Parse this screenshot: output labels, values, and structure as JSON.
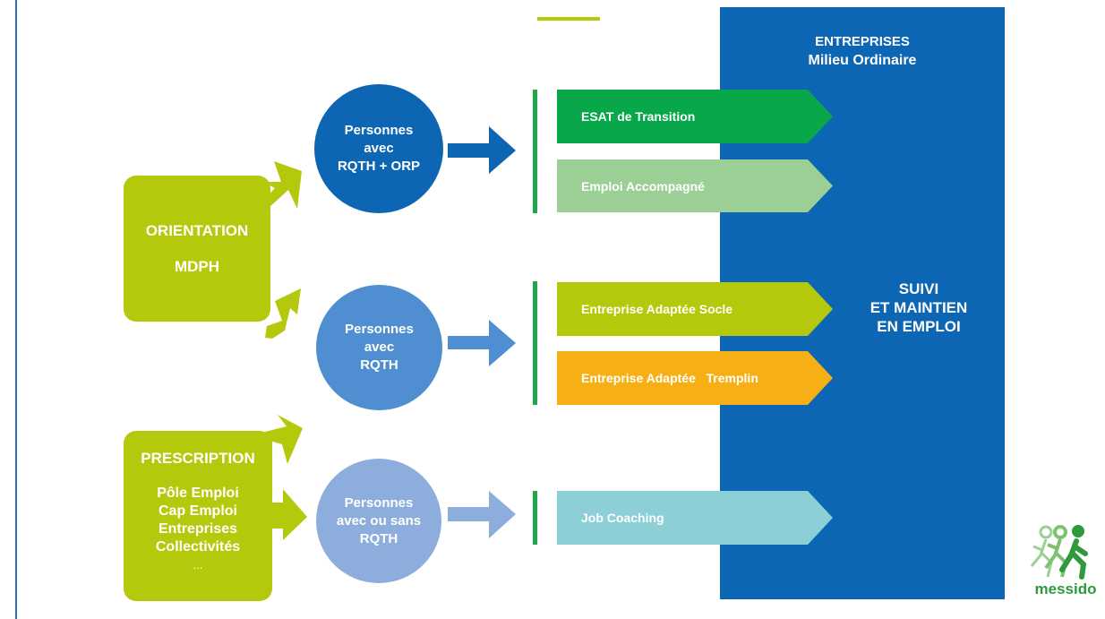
{
  "orientation_box": {
    "line1": "ORIENTATION",
    "line2": "MDPH"
  },
  "prescription_box": {
    "title": "PRESCRIPTION",
    "items": [
      "Pôle Emploi",
      "Cap Emploi",
      "Entreprises",
      "Collectivités",
      "..."
    ]
  },
  "circles": [
    {
      "lines": [
        "Personnes",
        "avec",
        "RQTH + ORP"
      ],
      "color": "#0d66b3"
    },
    {
      "lines": [
        "Personnes",
        "avec",
        "RQTH"
      ],
      "color": "#4f8ed1"
    },
    {
      "lines": [
        "Personnes",
        "avec ou sans",
        "RQTH"
      ],
      "color": "#8daedd"
    }
  ],
  "programs": [
    {
      "label": "ESAT de Transition",
      "color": "#08a84a"
    },
    {
      "label": "Emploi Accompagné",
      "color": "#9bcf96"
    },
    {
      "label": "Entreprise Adaptée Socle",
      "color": "#b5c90c"
    },
    {
      "label": "Entreprise Adaptée   Tremplin",
      "color": "#f6b015"
    },
    {
      "label": "Job Coaching",
      "color": "#8dcfd7"
    }
  ],
  "enterprises_panel": {
    "title_line1": "ENTREPRISES",
    "title_line2": "Milieu Ordinaire",
    "color": "#0d66b3"
  },
  "suivi": {
    "line1": "SUIVI",
    "line2": "ET MAINTIEN",
    "line3": "EN EMPLOI"
  },
  "logo": {
    "text": "messido",
    "icon": "running-figures-icon"
  }
}
